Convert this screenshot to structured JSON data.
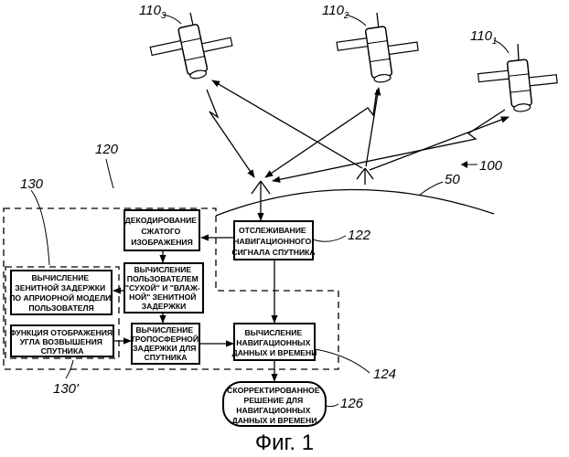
{
  "refs": {
    "sat3": "110",
    "sat3_sub": "3",
    "sat2": "110",
    "sat2_sub": "2",
    "sat1": "110",
    "sat1_sub": "1",
    "system": "100",
    "earth": "50",
    "receiver": "120",
    "ref_130": "130",
    "ref_130p": "130'",
    "ref_122": "122",
    "ref_124": "124",
    "ref_126": "126"
  },
  "blocks": {
    "decode": [
      "ДЕКОДИРОВАНИЕ",
      "СЖАТОГО",
      "ИЗОБРАЖЕНИЯ"
    ],
    "tracking": [
      "ОТСЛЕЖИВАНИЕ",
      "НАВИГАЦИОННОГО",
      "СИГНАЛА СПУТНИКА"
    ],
    "zenith_model": [
      "ВЫЧИСЛЕНИЕ",
      "ЗЕНИТНОЙ ЗАДЕРЖКИ",
      "ПО АПРИОРНОЙ МОДЕЛИ",
      "ПОЛЬЗОВАТЕЛЯ"
    ],
    "user_dry_wet": [
      "ВЫЧИСЛЕНИЕ",
      "ПОЛЬЗОВАТЕЛЕМ",
      "\"СУХОЙ\" И \"ВЛАЖ-",
      "НОЙ\" ЗЕНИТНОЙ",
      "ЗАДЕРЖКИ"
    ],
    "elevation_map": [
      "ФУНКЦИЯ ОТОБРАЖЕНИЯ",
      "УГЛА ВОЗВЫШЕНИЯ",
      "СПУТНИКА"
    ],
    "tropo_delay": [
      "ВЫЧИСЛЕНИЕ",
      "ТРОПОСФЕРНОЙ",
      "ЗАДЕРЖКИ ДЛЯ",
      "СПУТНИКА"
    ],
    "nav_calc": [
      "ВЫЧИСЛЕНИЕ",
      "НАВИГАЦИОННЫХ",
      "ДАННЫХ И ВРЕМЕНИ"
    ],
    "corrected": [
      "СКОРРЕКТИРОВАННОЕ",
      "РЕШЕНИЕ ДЛЯ",
      "НАВИГАЦИОННЫХ",
      "ДАННЫХ И ВРЕМЕНИ"
    ]
  },
  "caption": "Фиг. 1"
}
